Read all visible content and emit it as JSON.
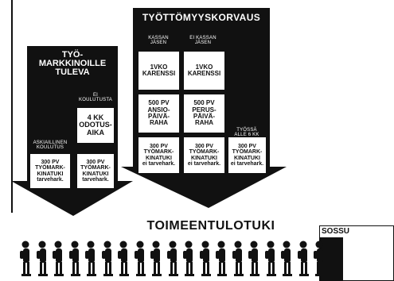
{
  "colors": {
    "ink": "#111111",
    "paper": "#ffffff"
  },
  "left_arrow": {
    "heading": "TYÖ-\nMARKKINOILLE\nTULEVA",
    "col_a_label": "ASKIAILLINEN\nKOULUTUS",
    "col_b_label": "EI\nKOULUTUSTA",
    "col_b_wait": "4 KK\nODOTUS-\nAIKA",
    "col_a_support": "300 PV\nTYÖMARK-\nKINATUKI\ntarvehark.",
    "col_b_support": "300 PV\nTYÖMARK-\nKINATUKI\ntarvehark."
  },
  "right_arrow": {
    "heading": "TYÖTTÖMYYSKORVAUS",
    "col_a_label": "KASSAN\nJÄSEN",
    "col_b_label": "EI KASSAN\nJÄSEN",
    "col_c_label": "TYÖSSÄ\nALLE 6 KK",
    "col_a_karenssi": "1VKO\nKARENSSI",
    "col_b_karenssi": "1VKO\nKARENSSI",
    "col_a_allowance": "500 PV\nANSIO-\nPÄIVÄ-\nRAHA",
    "col_b_allowance": "500 PV\nPERUS-\nPÄIVÄ-\nRAHA",
    "col_a_support": "300 PV\nTYÖMARK-\nKINATUKI\nei tarvehark.",
    "col_b_support": "300 PV\nTYÖMARK-\nKINATUKI\nei tarvehark.",
    "col_c_support": "300 PV\nTYÖMARK-\nKINATUKI\nei tarvehark."
  },
  "bottom": {
    "title": "TOIMEENTULOTUKI",
    "sossu_label": "SOSSU",
    "people_count": 19
  }
}
